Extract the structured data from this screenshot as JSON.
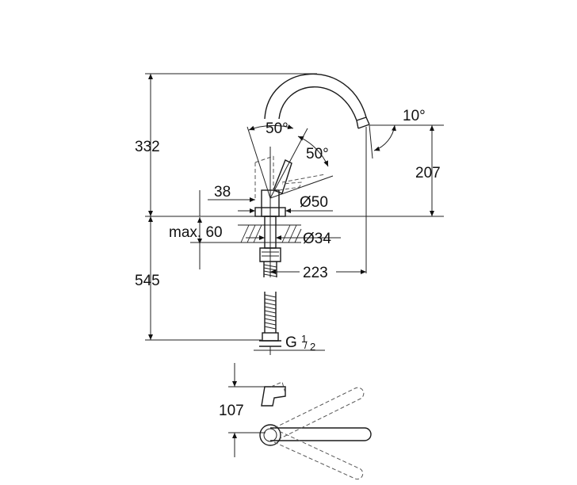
{
  "drawing": {
    "dimensions": {
      "height_total_above": "332",
      "spout_height": "207",
      "depth_below": "545",
      "rosette_diameter": "Ø50",
      "shank_diameter": "Ø34",
      "deck_thickness": "max. 60",
      "lever_offset": "38",
      "spout_reach": "223",
      "plan_depth": "107"
    },
    "angles": {
      "lever_tilt": "50°",
      "lever_swing": "50°",
      "spout_tilt": "10°"
    },
    "thread": {
      "letter": "G",
      "num": "1",
      "den": "2"
    }
  }
}
